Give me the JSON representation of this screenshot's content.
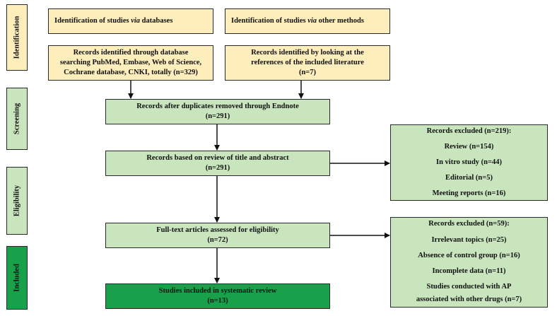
{
  "phases": {
    "identification": "Identification",
    "screening": "Screening",
    "eligibility": "Eligibility",
    "included": "Included"
  },
  "headers": {
    "databases_prefix": "Identification of studies ",
    "databases_via": "via",
    "databases_suffix": " databases",
    "other_prefix": "Identification of studies ",
    "other_via": "via",
    "other_suffix": " other methods"
  },
  "boxes": {
    "db_records": [
      "Records identified through database",
      "searching PubMed, Embase, Web of Science,",
      "Cochrane database, CNKI, totally (n=329)"
    ],
    "ref_records": [
      "Records identified by looking at the",
      "references of the included literature",
      "(n=7)"
    ],
    "after_duplicates": [
      "Records after duplicates removed through Endnote",
      "(n=291)"
    ],
    "title_abstract": [
      "Records based on review of title and abstract",
      "(n=291)"
    ],
    "full_text": [
      "Full-text articles assessed for eligibility",
      "(n=72)"
    ],
    "included": [
      "Studies included in systematic review",
      "(n=13)"
    ]
  },
  "excluded_1": {
    "title": "Records excluded (n=219):",
    "items": [
      "Review (n=154)",
      "In vitro study (n=44)",
      "Editorial (n=5)",
      "Meeting reports (n=16)"
    ]
  },
  "excluded_2": {
    "title": "Records excluded (n=59):",
    "items": [
      "Irrelevant topics (n=25)",
      "Absence of control group (n=16)",
      "Incomplete data (n=11)",
      "Studies conducted with AP",
      "associated with other drugs (n=7)"
    ]
  },
  "colors": {
    "phase_beige": "#fdeebc",
    "phase_green": "#c9e5be",
    "included_green": "#19a04a"
  }
}
